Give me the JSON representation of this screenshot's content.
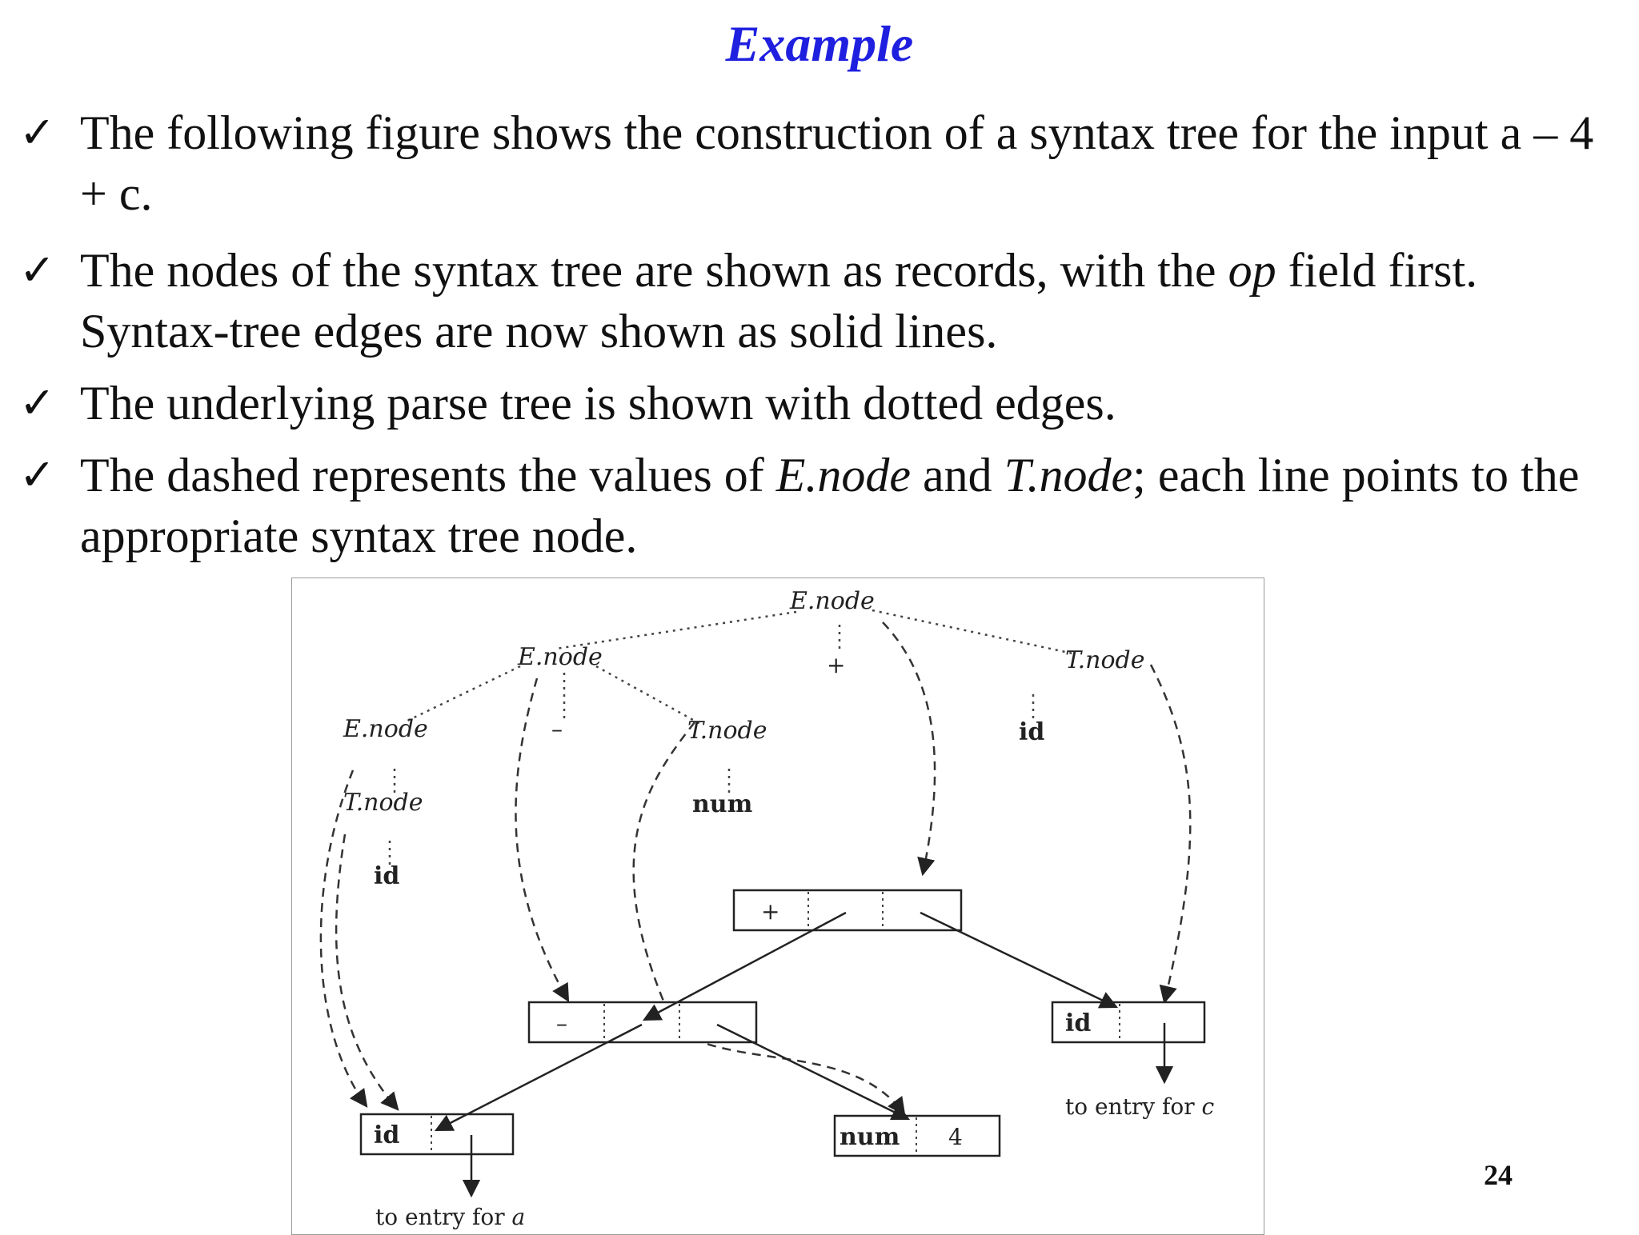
{
  "slide": {
    "title": "Example",
    "page_number": "24",
    "bullet_icon": "check-mark-icon"
  },
  "bullets": [
    {
      "parts": [
        "The following figure shows the construction of a syntax tree for the input a – 4 + c."
      ]
    },
    {
      "parts": [
        "The nodes of the syntax tree are shown as records, with the ",
        "op",
        " field first. Syntax-tree edges are now shown as solid lines."
      ]
    },
    {
      "parts": [
        "The underlying parse tree is shown with dotted edges."
      ]
    },
    {
      "parts": [
        "The dashed represents the values of ",
        "E.node",
        " and ",
        "T.node",
        "; each line points to the appropriate syntax tree node."
      ]
    }
  ],
  "figure": {
    "parse_labels": {
      "root": "E.node",
      "left_e": "E.node",
      "plus": "+",
      "right_t": "T.node",
      "inner_e": "E.node",
      "minus": "–",
      "inner_t": "T.node",
      "right_id": "id",
      "t_under_e": "T.node",
      "num": "num",
      "left_id": "id"
    },
    "records": {
      "plus_op": "+",
      "minus_op": "–",
      "id_c": "id",
      "id_a": "id",
      "num_label": "num",
      "num_value": "4"
    },
    "notes": {
      "entry_a_prefix": "to entry for ",
      "entry_a_var": "a",
      "entry_c_prefix": "to entry for ",
      "entry_c_var": "c"
    }
  }
}
